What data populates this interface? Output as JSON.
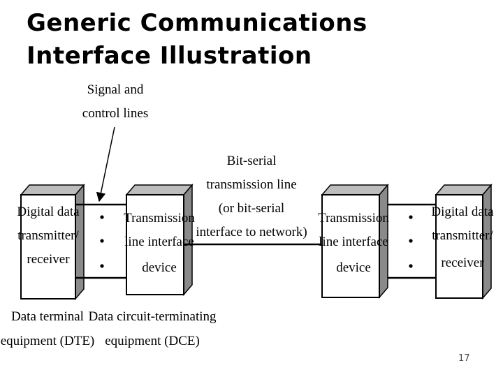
{
  "slide": {
    "title_line1": "Generic Communications",
    "title_line2": "Interface Illustration",
    "page_number": "17"
  },
  "diagram": {
    "callout": {
      "line1": "Signal and",
      "line2": "control lines"
    },
    "line_label": {
      "line1": "Bit-serial",
      "line2": "transmission line",
      "line3": "(or bit-serial",
      "line4": "interface to network)"
    },
    "left_dte_box": {
      "line1": "Digital data",
      "line2": "transmitter/",
      "line3": "receiver"
    },
    "left_dce_box": {
      "line1": "Transmission",
      "line2": "line interface",
      "line3": "device"
    },
    "right_dce_box": {
      "line1": "Transmission",
      "line2": "line interface",
      "line3": "device"
    },
    "right_dte_box": {
      "line1": "Digital data",
      "line2": "transmitter/",
      "line3": "receiver"
    },
    "dte_caption": {
      "line1": "Data terminal",
      "line2": "equipment (DTE)"
    },
    "dce_caption": {
      "line1": "Data circuit-terminating",
      "line2": "equipment (DCE)"
    }
  }
}
